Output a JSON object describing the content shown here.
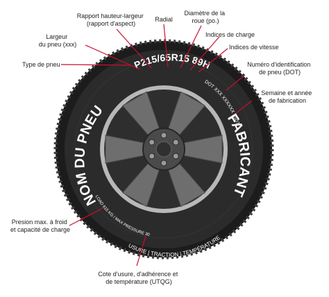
{
  "tire": {
    "size_code": "P215/65R15 89H",
    "tire_name": "NOM DU PNEU",
    "manufacturer": "FABRICANT",
    "dot_code": "DOT XXX XXXXXX 1507",
    "max_load": "MAX LOAD 615 KG / MAX PRESSURE 30 PSI",
    "utqg": "USURE | TRACTION | TEMPÉRATURE"
  },
  "labels": {
    "aspect_ratio": [
      "Rapport hauteur-largeur",
      "(rapport d'aspect)"
    ],
    "radial": [
      "Radial"
    ],
    "rim_diameter": [
      "Diamètre de la",
      "roue (po.)"
    ],
    "load_index": [
      "Indices de charge"
    ],
    "speed_index": [
      "Indices de vitesse"
    ],
    "width": [
      "Largeur",
      "du pneu (xxx)"
    ],
    "tire_type": [
      "Type de pneu"
    ],
    "dot_number": [
      "Numéro d'identification",
      "de pneu (DOT)"
    ],
    "manufacture_date": [
      "Semaine et année",
      "de fabrication"
    ],
    "max_pressure": [
      "Presion max. à froid",
      "et capacité de charge"
    ],
    "utqg_rating": [
      "Cote d'usure, d'adhérence et",
      "de température (UTQG)"
    ]
  },
  "colors": {
    "tire": "#2b2b2b",
    "tread": "#1c1c1c",
    "rim": "#3a3a3a",
    "rim_lip": "#b8b8b8",
    "leader_line": "#c8102e",
    "text": "#222222",
    "tire_text": "#ffffff"
  }
}
